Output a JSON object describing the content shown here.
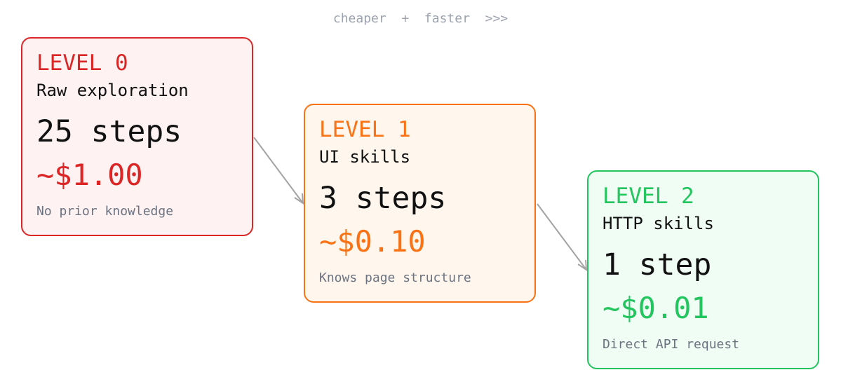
{
  "header": {
    "text": "cheaper  +  faster  >>>"
  },
  "levels": [
    {
      "level": "LEVEL 0",
      "title": "Raw exploration",
      "steps": "25 steps",
      "price": "~$1.00",
      "note": "No prior knowledge",
      "color": "#dc2626"
    },
    {
      "level": "LEVEL 1",
      "title": "UI skills",
      "steps": "3 steps",
      "price": "~$0.10",
      "note": "Knows page structure",
      "color": "#f97316"
    },
    {
      "level": "LEVEL 2",
      "title": "HTTP skills",
      "steps": "1 step",
      "price": "~$0.01",
      "note": "Direct API request",
      "color": "#22c55e"
    }
  ]
}
